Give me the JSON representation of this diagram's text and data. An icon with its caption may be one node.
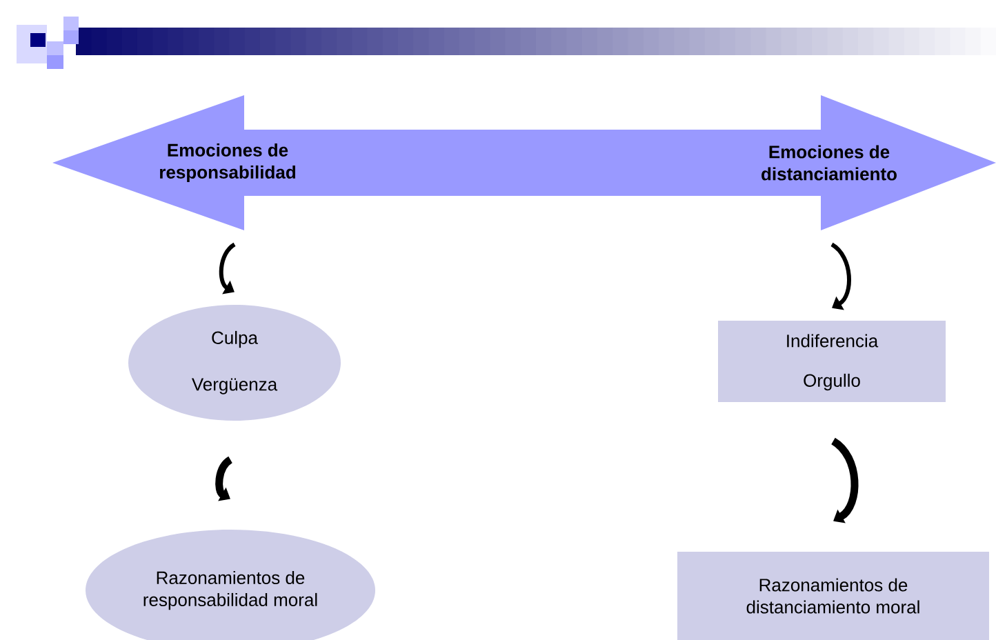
{
  "diagram": {
    "nodes": [
      {
        "text": [
          "Emociones de responsabilidad",
          "Emociones de distanciamiento"
        ]
      },
      {
        "text": [
          "Culpa",
          "Vergüenza"
        ]
      },
      {
        "text": [
          "Indiferencia",
          "Orgullo"
        ]
      },
      {
        "text": [
          "Razonamientos de responsabilidad moral"
        ]
      },
      {
        "text": [
          "Razonamientos de distanciamiento moral"
        ]
      }
    ],
    "edges": [
      {
        "from": 0,
        "to": 1,
        "arrow": "to"
      },
      {
        "from": 1,
        "to": 3,
        "arrow": "to",
        "style": "thick"
      },
      {
        "from": 0,
        "to": 2,
        "arrow": "to"
      },
      {
        "from": 2,
        "to": 4,
        "arrow": "to",
        "style": "thick"
      }
    ]
  }
}
